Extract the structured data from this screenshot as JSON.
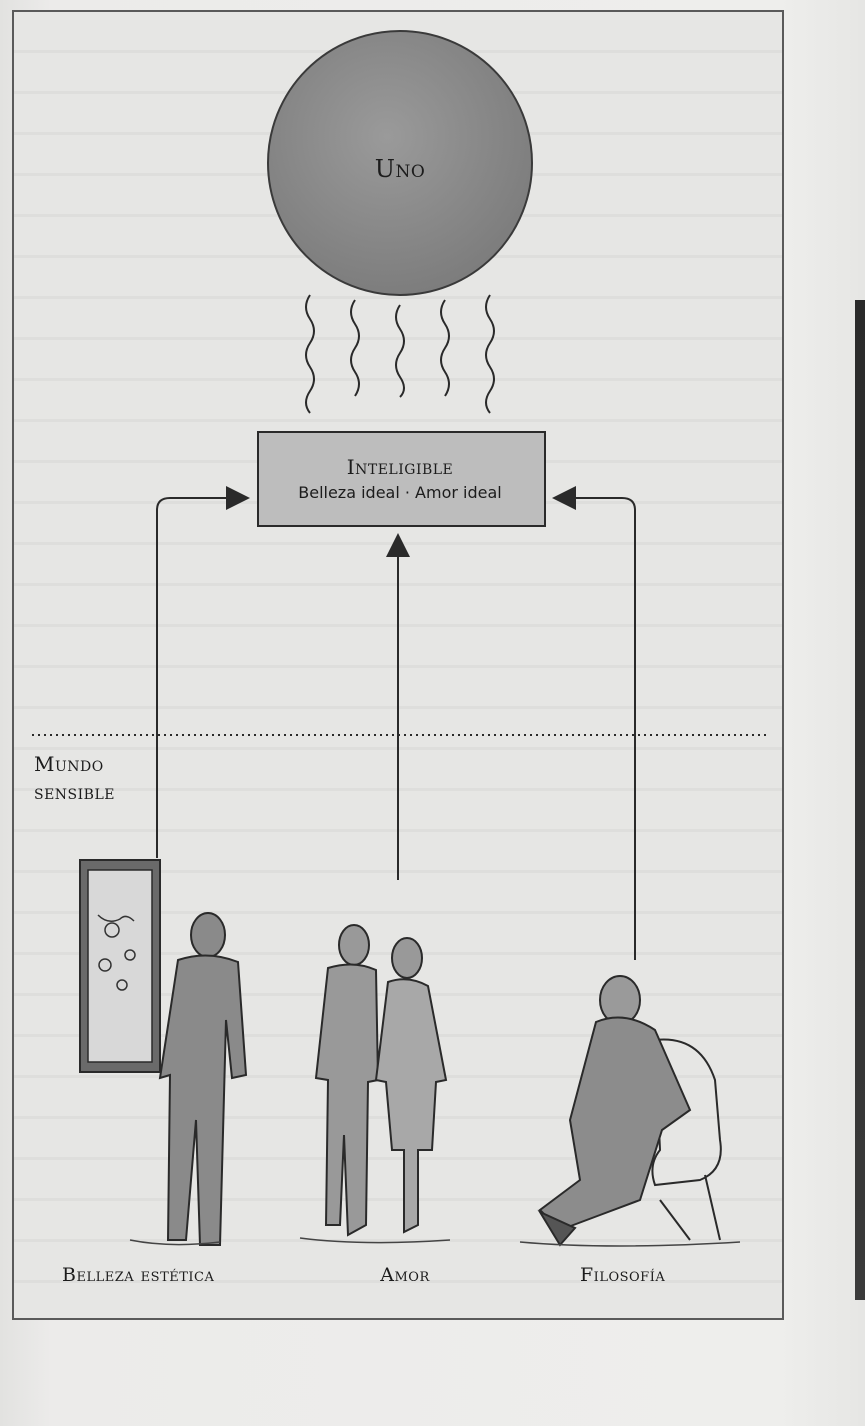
{
  "diagram": {
    "top_circle_label": "Uno",
    "intelligible_box": {
      "title": "Inteligible",
      "subtitle": "Belleza ideal · Amor ideal"
    },
    "world_label_line1": "Mundo",
    "world_label_line2": "sensible",
    "bottom_labels": {
      "aesthetic_beauty": "Belleza estética",
      "love": "Amor",
      "philosophy": "Filosofía"
    }
  },
  "colors": {
    "sphere_fill": "#8f8f8f",
    "box_fill": "#bdbdbd",
    "ink": "#2a2a2a"
  }
}
